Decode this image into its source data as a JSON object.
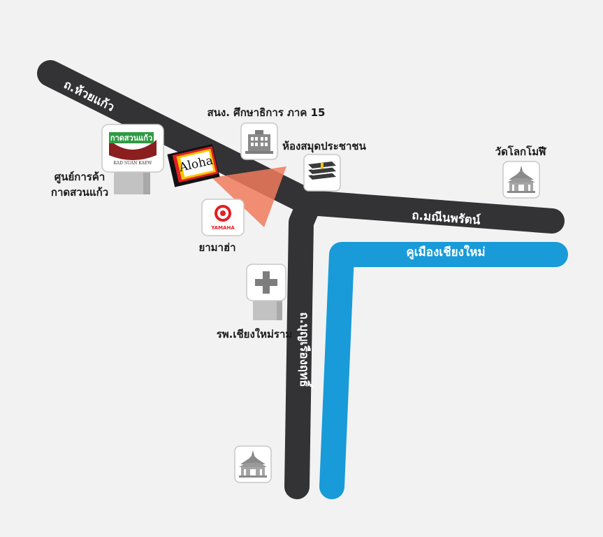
{
  "roads": {
    "huay_kaew": {
      "label": "ถ.ห้วยแก้ว",
      "color": "#333235"
    },
    "manin_nopparat": {
      "label": "ถ.มณีนพรัตน์",
      "color": "#333235"
    },
    "bunrueang_rit": {
      "label": "ถ.บุญเรืองฤทธิ์",
      "color": "#333235"
    }
  },
  "moat": {
    "label": "คูเมืองเชียงใหม่",
    "color": "#189bd8"
  },
  "landmarks": {
    "office": {
      "label": "สนง. ศึกษาธิการ ภาค 15",
      "icon": "government-building-icon"
    },
    "library": {
      "label": "ห้องสมุดประชาชน",
      "icon": "books-icon"
    },
    "wat_lok_molee": {
      "label": "วัดโลกโมฬี",
      "icon": "temple-icon"
    },
    "kad_suan_kaew_line1": "ศูนย์การค้า",
    "kad_suan_kaew_line2": "กาดสวนแก้ว",
    "kad_suan_kaew_logo_thai": "กาดสวนแก้ว",
    "kad_suan_kaew_logo_en": "KAD SUAN KAEW",
    "yamaha": {
      "label": "ยามาฮ่า",
      "logo_text": "YAMAHA"
    },
    "hospital": {
      "label": "รพ.เชียงใหม่ราม",
      "icon": "medical-cross-icon"
    },
    "temple_south": {
      "icon": "temple-icon"
    }
  },
  "destination": {
    "logo_text": "Aloha",
    "pointer_color": "#f07b5c"
  },
  "colors": {
    "background": "#f2f2f3",
    "road": "#333235",
    "moat": "#189bd8",
    "pointer": "#f07b5c"
  }
}
